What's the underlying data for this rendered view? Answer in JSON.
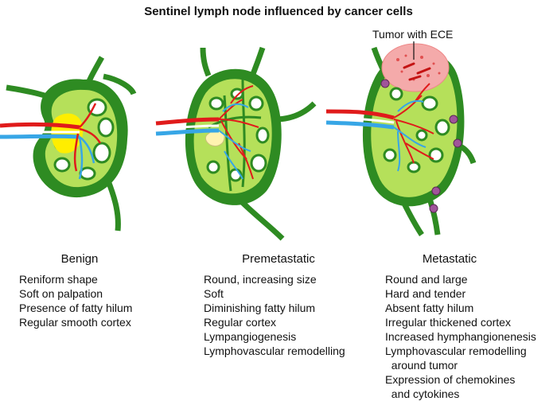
{
  "title": "Sentinel lymph node influenced by cancer cells",
  "annotation": "Tumor with ECE",
  "colors": {
    "capsule": "#2e8b22",
    "parenchyma": "#b5e05a",
    "artery": "#e01b1b",
    "vein": "#37a6e6",
    "fatty_hilum": "#ffee00",
    "tumor": "#f4aaaa",
    "metastatic_nodule": "#a0549a"
  },
  "panels": [
    {
      "label": "Benign",
      "features": [
        "Reniform shape",
        "Soft on palpation",
        "Presence of fatty hilum",
        "Regular smooth cortex"
      ]
    },
    {
      "label": "Premetastatic",
      "features": [
        "Round, increasing size",
        "Soft",
        "Diminishing fatty hilum",
        "Regular cortex",
        "Lympangiogenesis",
        "Lymphovascular remodelling"
      ]
    },
    {
      "label": "Metastatic",
      "features": [
        "Round and large",
        "Hard and tender",
        "Absent fatty hilum",
        "Irregular thickened cortex",
        "Increased hymphangionenesis",
        "Lymphovascular remodelling",
        "  around tumor",
        "Expression of chemokines",
        "  and cytokines"
      ]
    }
  ]
}
